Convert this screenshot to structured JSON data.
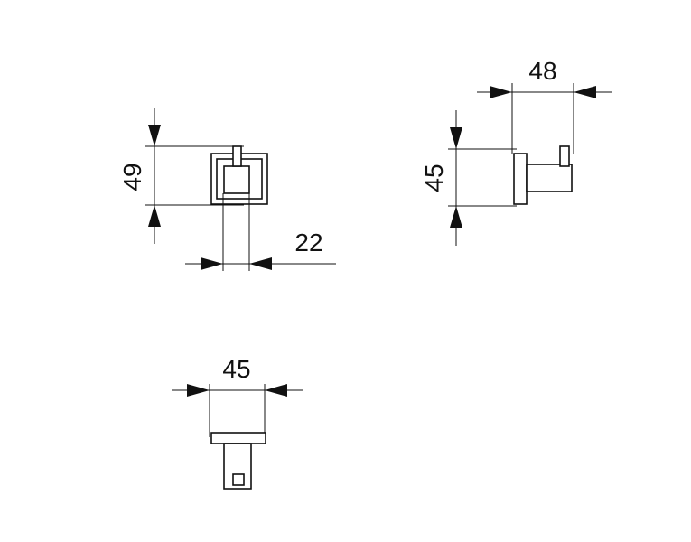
{
  "dimensions": {
    "front_height": "49",
    "front_width": "22",
    "side_height": "45",
    "side_depth": "48",
    "bottom_width": "45"
  }
}
